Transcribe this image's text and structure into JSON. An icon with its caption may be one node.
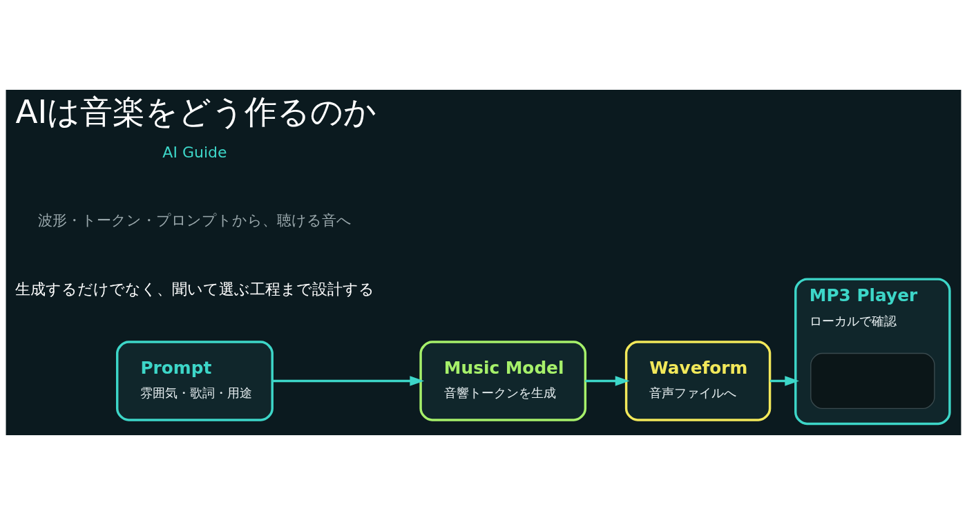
{
  "diagram": {
    "title": "AIは音楽をどう作るのか",
    "nodes": [
      {
        "text": [
          "Prompt",
          "雰囲気・歌詞・用途"
        ]
      },
      {
        "text": [
          "Music Model",
          "音響トークンを生成"
        ]
      },
      {
        "text": [
          "Waveform",
          "音声ファイルへ"
        ]
      },
      {
        "text": [
          "MP3 Player",
          "ローカルで確認"
        ]
      },
      {
        "text": [],
        "shape": "box",
        "in": 3
      }
    ],
    "edges": [
      {
        "from": 0,
        "to": 1,
        "arrow": "to"
      },
      {
        "from": 1,
        "to": 2,
        "arrow": "to"
      },
      {
        "from": 2,
        "to": 3,
        "arrow": "to"
      }
    ],
    "labels": [
      "AI Guide",
      "波形・トークン・プロンプトから、聴ける音へ",
      "生成するだけでなく、聞いて選ぶ工程まで設計する"
    ]
  }
}
